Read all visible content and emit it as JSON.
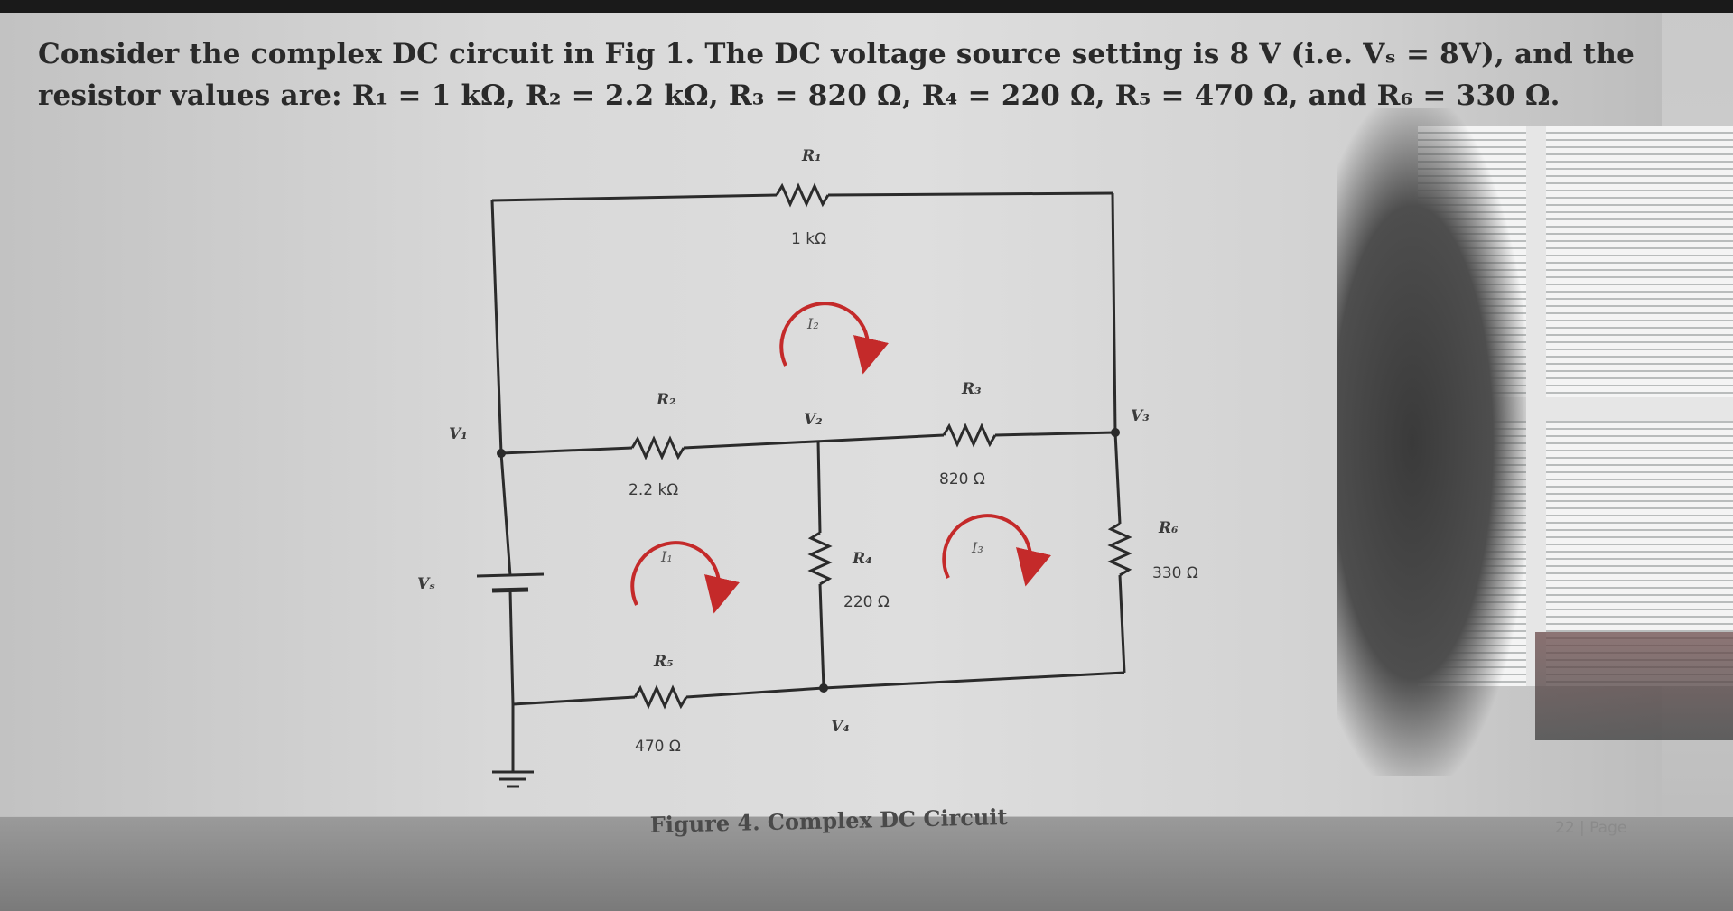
{
  "problem": {
    "line1": "Consider the complex DC circuit in Fig 1. The DC voltage source setting is 8 V (i.e. Vₛ = 8V), and the",
    "line2": "resistor values are: R₁ = 1 kΩ, R₂ = 2.2 kΩ, R₃ = 820 Ω, R₄ = 220 Ω, R₅ = 470 Ω, and R₆ = 330 Ω."
  },
  "circuit": {
    "resistors": {
      "r1": {
        "label": "R₁",
        "value": "1 kΩ"
      },
      "r2": {
        "label": "R₂",
        "value": "2.2 kΩ"
      },
      "r3": {
        "label": "R₃",
        "value": "820 Ω"
      },
      "r4": {
        "label": "R₄",
        "value": "220 Ω"
      },
      "r5": {
        "label": "R₅",
        "value": "470 Ω"
      },
      "r6": {
        "label": "R₆",
        "value": "330 Ω"
      }
    },
    "nodes": {
      "v1": "V₁",
      "v2": "V₂",
      "v3": "V₃",
      "v4": "V₄"
    },
    "source": {
      "label": "Vₛ"
    },
    "loops": {
      "i1": "I₁",
      "i2": "I₂",
      "i3": "I₃"
    },
    "caption": "Figure 4. Complex DC Circuit",
    "page_number": "22 | Page",
    "colors": {
      "wire": "#2b2b2b",
      "loop_arrow": "#c42a2a"
    }
  }
}
